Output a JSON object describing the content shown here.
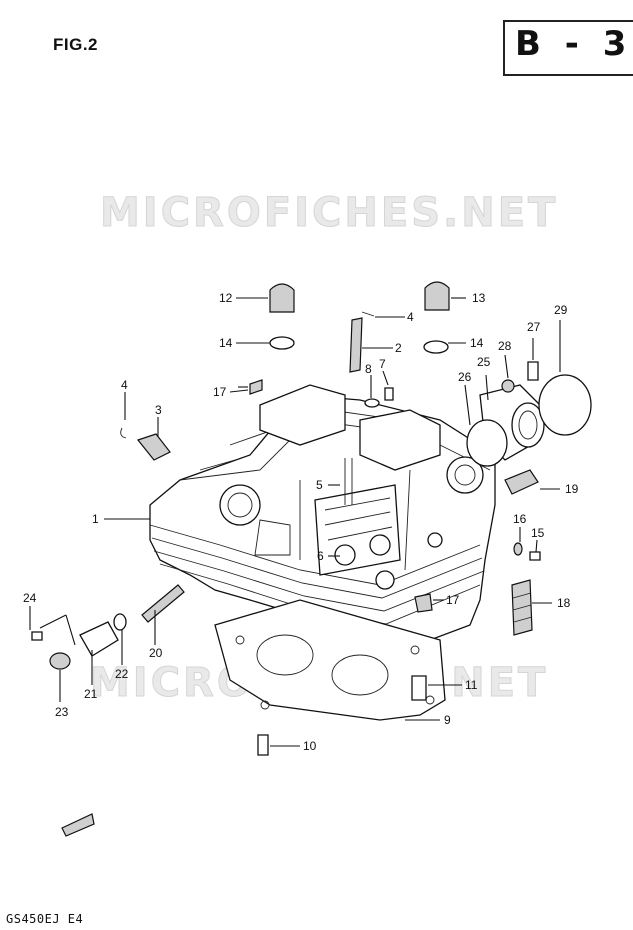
{
  "figure_label": "FIG.2",
  "page_code": "B - 3",
  "watermark": "MICROFICHES.NET",
  "model_code": "GS450EJ E4",
  "callouts": {
    "c1": "1",
    "c2": "2",
    "c3": "3",
    "c4a": "4",
    "c4b": "4",
    "c5": "5",
    "c6": "6",
    "c7": "7",
    "c8": "8",
    "c9": "9",
    "c10": "10",
    "c11": "11",
    "c12": "12",
    "c13": "13",
    "c14a": "14",
    "c14b": "14",
    "c15": "15",
    "c16": "16",
    "c17a": "17",
    "c17b": "17",
    "c18": "18",
    "c19": "19",
    "c20": "20",
    "c21": "21",
    "c22": "22",
    "c23": "23",
    "c24": "24",
    "c25": "25",
    "c26": "26",
    "c27": "27",
    "c28": "28",
    "c29": "29"
  }
}
